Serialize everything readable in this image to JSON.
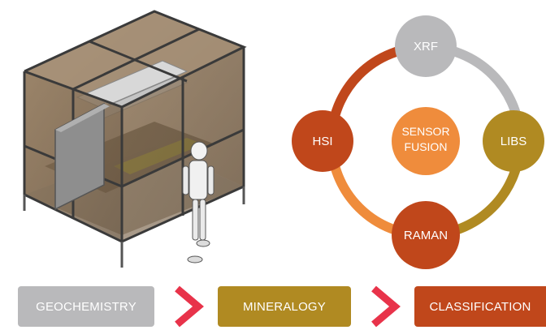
{
  "diagram": {
    "center": {
      "line1": "SENSOR",
      "line2": "FUSION"
    },
    "nodes": {
      "top": "XRF",
      "right": "LIBS",
      "bottom": "RAMAN",
      "left": "HSI"
    }
  },
  "pipeline": {
    "stages": [
      "GEOCHEMISTRY",
      "MINERALOGY",
      "CLASSIFICATION"
    ]
  },
  "colors": {
    "gray": "#b9b9bb",
    "gold": "#b08a22",
    "rust": "#c0471b",
    "orange": "#ef8c3c",
    "arrow": "#e8334a"
  }
}
